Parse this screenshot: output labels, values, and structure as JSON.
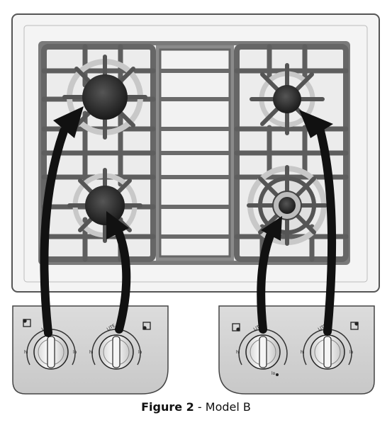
{
  "caption": {
    "label": "Figure 2",
    "separator": " - ",
    "text": "Model B"
  },
  "knob_labels": {
    "lite": "LITE",
    "hi": "hi",
    "lo": "lo"
  },
  "burners": [
    {
      "id": "left-rear",
      "size": "large",
      "knob": "left-outer"
    },
    {
      "id": "left-front",
      "size": "medium",
      "knob": "left-inner"
    },
    {
      "id": "right-front",
      "size": "power",
      "knob": "right-inner"
    },
    {
      "id": "right-rear",
      "size": "small",
      "knob": "right-outer"
    }
  ],
  "colors": {
    "grate": "#5a5a5a",
    "burner_cap": "#2a2a2a",
    "arrow": "#111111",
    "panel": "#d6d6d6",
    "knob": "#e4e4e4"
  },
  "icons": [
    "burner-position-indicator-icon",
    "control-knob-icon",
    "arrow-icon"
  ]
}
